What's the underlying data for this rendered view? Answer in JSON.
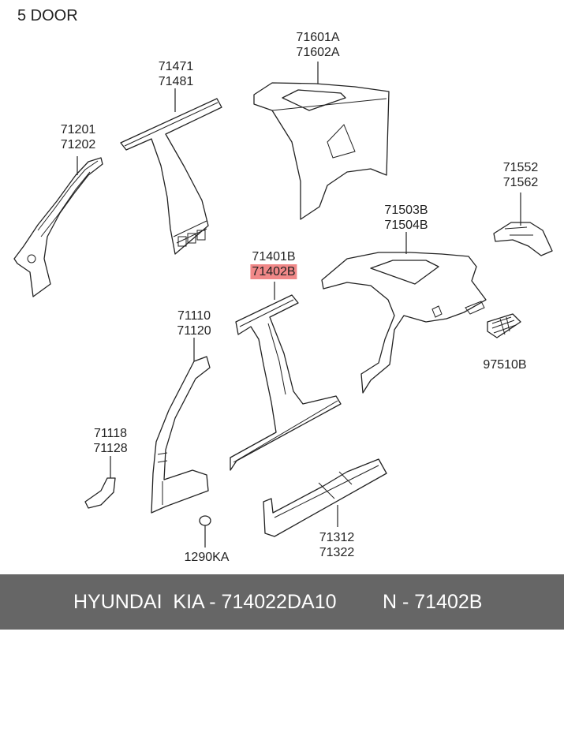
{
  "title": "5 DOOR",
  "labels": {
    "a71601": [
      "71601A",
      "71602A"
    ],
    "a71471": [
      "71471",
      "71481"
    ],
    "a71201": [
      "71201",
      "71202"
    ],
    "a71552": [
      "71552",
      "71562"
    ],
    "a71503": [
      "71503B",
      "71504B"
    ],
    "a71401": [
      "71401B",
      "71402B"
    ],
    "a71110": [
      "71110",
      "71120"
    ],
    "a97510": [
      "97510B"
    ],
    "a71118": [
      "71118",
      "71128"
    ],
    "a71312": [
      "71312",
      "71322"
    ],
    "a1290": [
      "1290KA"
    ]
  },
  "highlight_color": "#f08888",
  "footer": {
    "brand": "HYUNDAI  KIA - 714022DA10",
    "number": "N - 71402B"
  }
}
